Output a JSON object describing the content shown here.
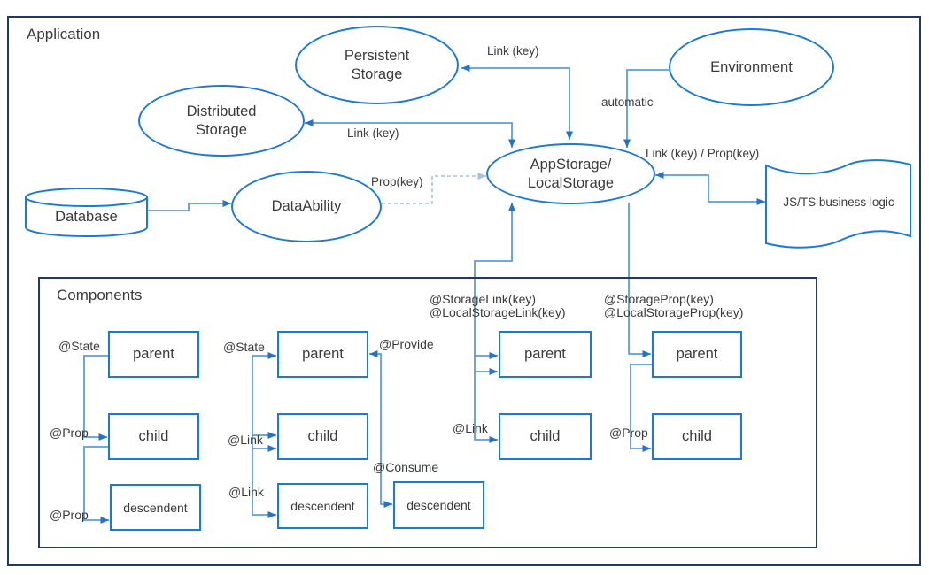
{
  "colors": {
    "frame": "#203a66",
    "shape": "#1a7ad6",
    "connector": "#5b9dde",
    "arrow": "#2273cd",
    "dashed": "#9dc3e6",
    "text": "#3b3b3b"
  },
  "application": {
    "title": "Application"
  },
  "nodes": {
    "persistent": {
      "line1": "Persistent",
      "line2": "Storage"
    },
    "distributed": {
      "line1": "Distributed",
      "line2": "Storage"
    },
    "environment": {
      "label": "Environment"
    },
    "appstorage": {
      "line1": "AppStorage/",
      "line2": "LocalStorage"
    },
    "dataability": {
      "label": "DataAbility"
    },
    "database": {
      "label": "Database"
    },
    "jsts": {
      "label": "JS/TS business logic"
    }
  },
  "edge_labels": {
    "persistent_link": "Link (key)",
    "distributed_link": "Link (key)",
    "automatic": "automatic",
    "prop_key": "Prop(key)",
    "link_prop": "Link (key) / Prop(key)"
  },
  "components": {
    "title": "Components",
    "tree1": {
      "state": "@State",
      "prop_child": "@Prop",
      "prop_descendent": "@Prop",
      "parent": "parent",
      "child": "child",
      "descendent": "descendent"
    },
    "tree2": {
      "state": "@State",
      "link_child": "@Link",
      "link_descendent": "@Link",
      "parent": "parent",
      "child": "child",
      "descendent": "descendent"
    },
    "provide_consume": {
      "provide": "@Provide",
      "consume": "@Consume",
      "descendent": "descendent"
    },
    "tree3": {
      "heading1": "@StorageLink(key)",
      "heading2": "@LocalStorageLink(key)",
      "link": "@Link",
      "parent": "parent",
      "child": "child"
    },
    "tree4": {
      "heading1": "@StorageProp(key)",
      "heading2": "@LocalStorageProp(key)",
      "prop": "@Prop",
      "parent": "parent",
      "child": "child"
    }
  }
}
